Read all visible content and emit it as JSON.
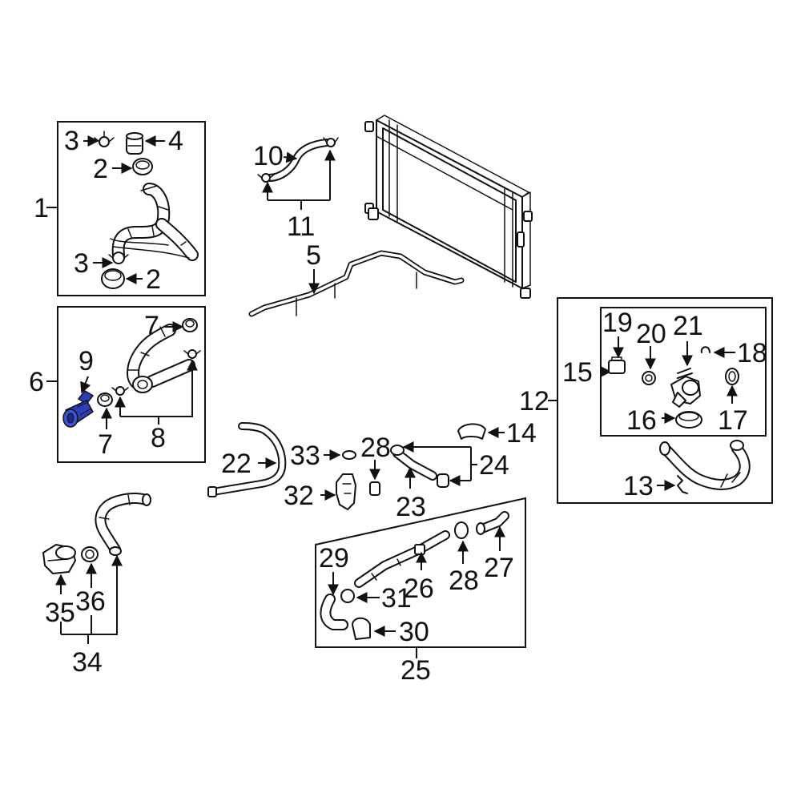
{
  "diagram": {
    "highlight_color": "#2d3fb8",
    "line_color": "#111111",
    "background": "#ffffff",
    "callouts": {
      "c1": "1",
      "c2a": "2",
      "c2b": "2",
      "c3a": "3",
      "c3b": "3",
      "c4": "4",
      "c5": "5",
      "c6": "6",
      "c7a": "7",
      "c7b": "7",
      "c8": "8",
      "c9": "9",
      "c10": "10",
      "c11": "11",
      "c12": "12",
      "c13": "13",
      "c14": "14",
      "c15": "15",
      "c16": "16",
      "c17": "17",
      "c18": "18",
      "c19": "19",
      "c20": "20",
      "c21": "21",
      "c22": "22",
      "c23": "23",
      "c24": "24",
      "c25": "25",
      "c26": "26",
      "c27": "27",
      "c28a": "28",
      "c28b": "28",
      "c29": "29",
      "c30": "30",
      "c31": "31",
      "c32": "32",
      "c33": "33",
      "c34": "34",
      "c35": "35",
      "c36": "36"
    }
  }
}
